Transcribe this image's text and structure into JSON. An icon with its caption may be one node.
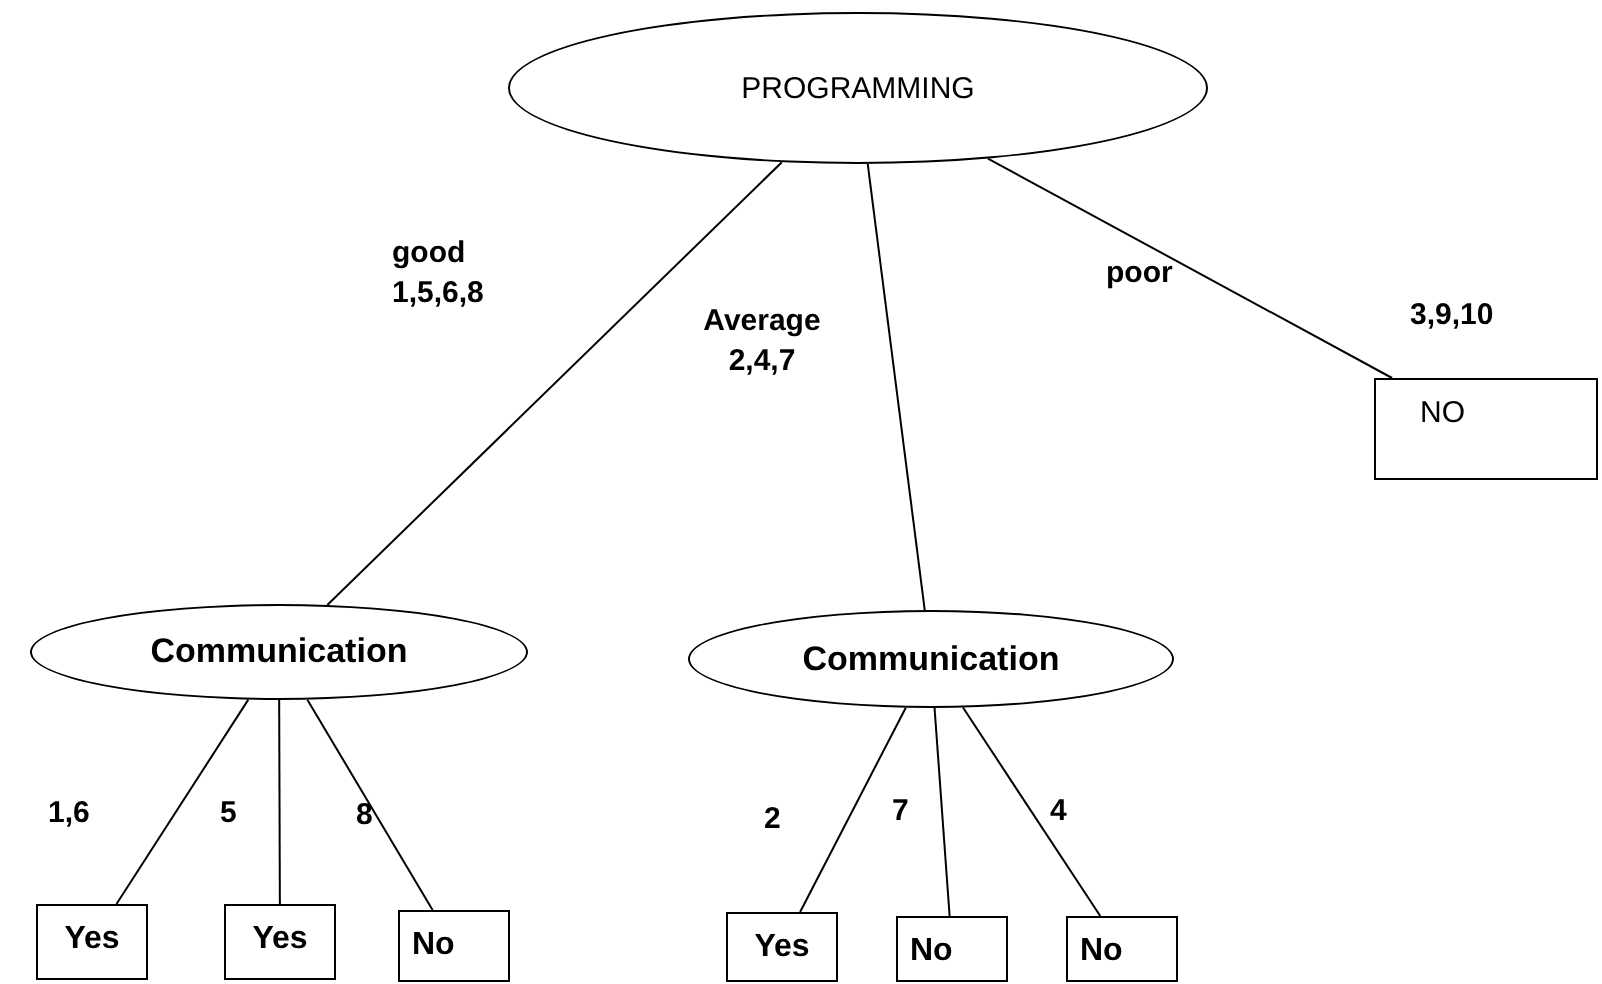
{
  "diagram": {
    "nodes": [
      {
        "text": [
          "PROGRAMMING"
        ]
      },
      {
        "text": [
          "Communication"
        ]
      },
      {
        "text": [
          "Communication"
        ]
      },
      {
        "text": [
          "NO"
        ],
        "beside": [
          "3,9,10"
        ]
      },
      {
        "text": [
          "Yes"
        ]
      },
      {
        "text": [
          "Yes"
        ]
      },
      {
        "text": [
          "No"
        ]
      },
      {
        "text": [
          "Yes"
        ]
      },
      {
        "text": [
          "No"
        ]
      },
      {
        "text": [
          "No"
        ]
      }
    ],
    "edges": [
      {
        "from": 0,
        "to": 1,
        "arrow": "none",
        "label": "good 1,5,6,8"
      },
      {
        "from": 0,
        "to": 2,
        "arrow": "none",
        "label": "Average 2,4,7"
      },
      {
        "from": 0,
        "to": 3,
        "arrow": "none",
        "label": "poor"
      },
      {
        "from": 1,
        "to": 4,
        "arrow": "none",
        "label": "1,6"
      },
      {
        "from": 1,
        "to": 5,
        "arrow": "none",
        "label": "5"
      },
      {
        "from": 1,
        "to": 6,
        "arrow": "none",
        "label": "8"
      },
      {
        "from": 2,
        "to": 7,
        "arrow": "none",
        "label": "2"
      },
      {
        "from": 2,
        "to": 8,
        "arrow": "none",
        "label": "7"
      },
      {
        "from": 2,
        "to": 9,
        "arrow": "none",
        "label": "4"
      }
    ]
  }
}
